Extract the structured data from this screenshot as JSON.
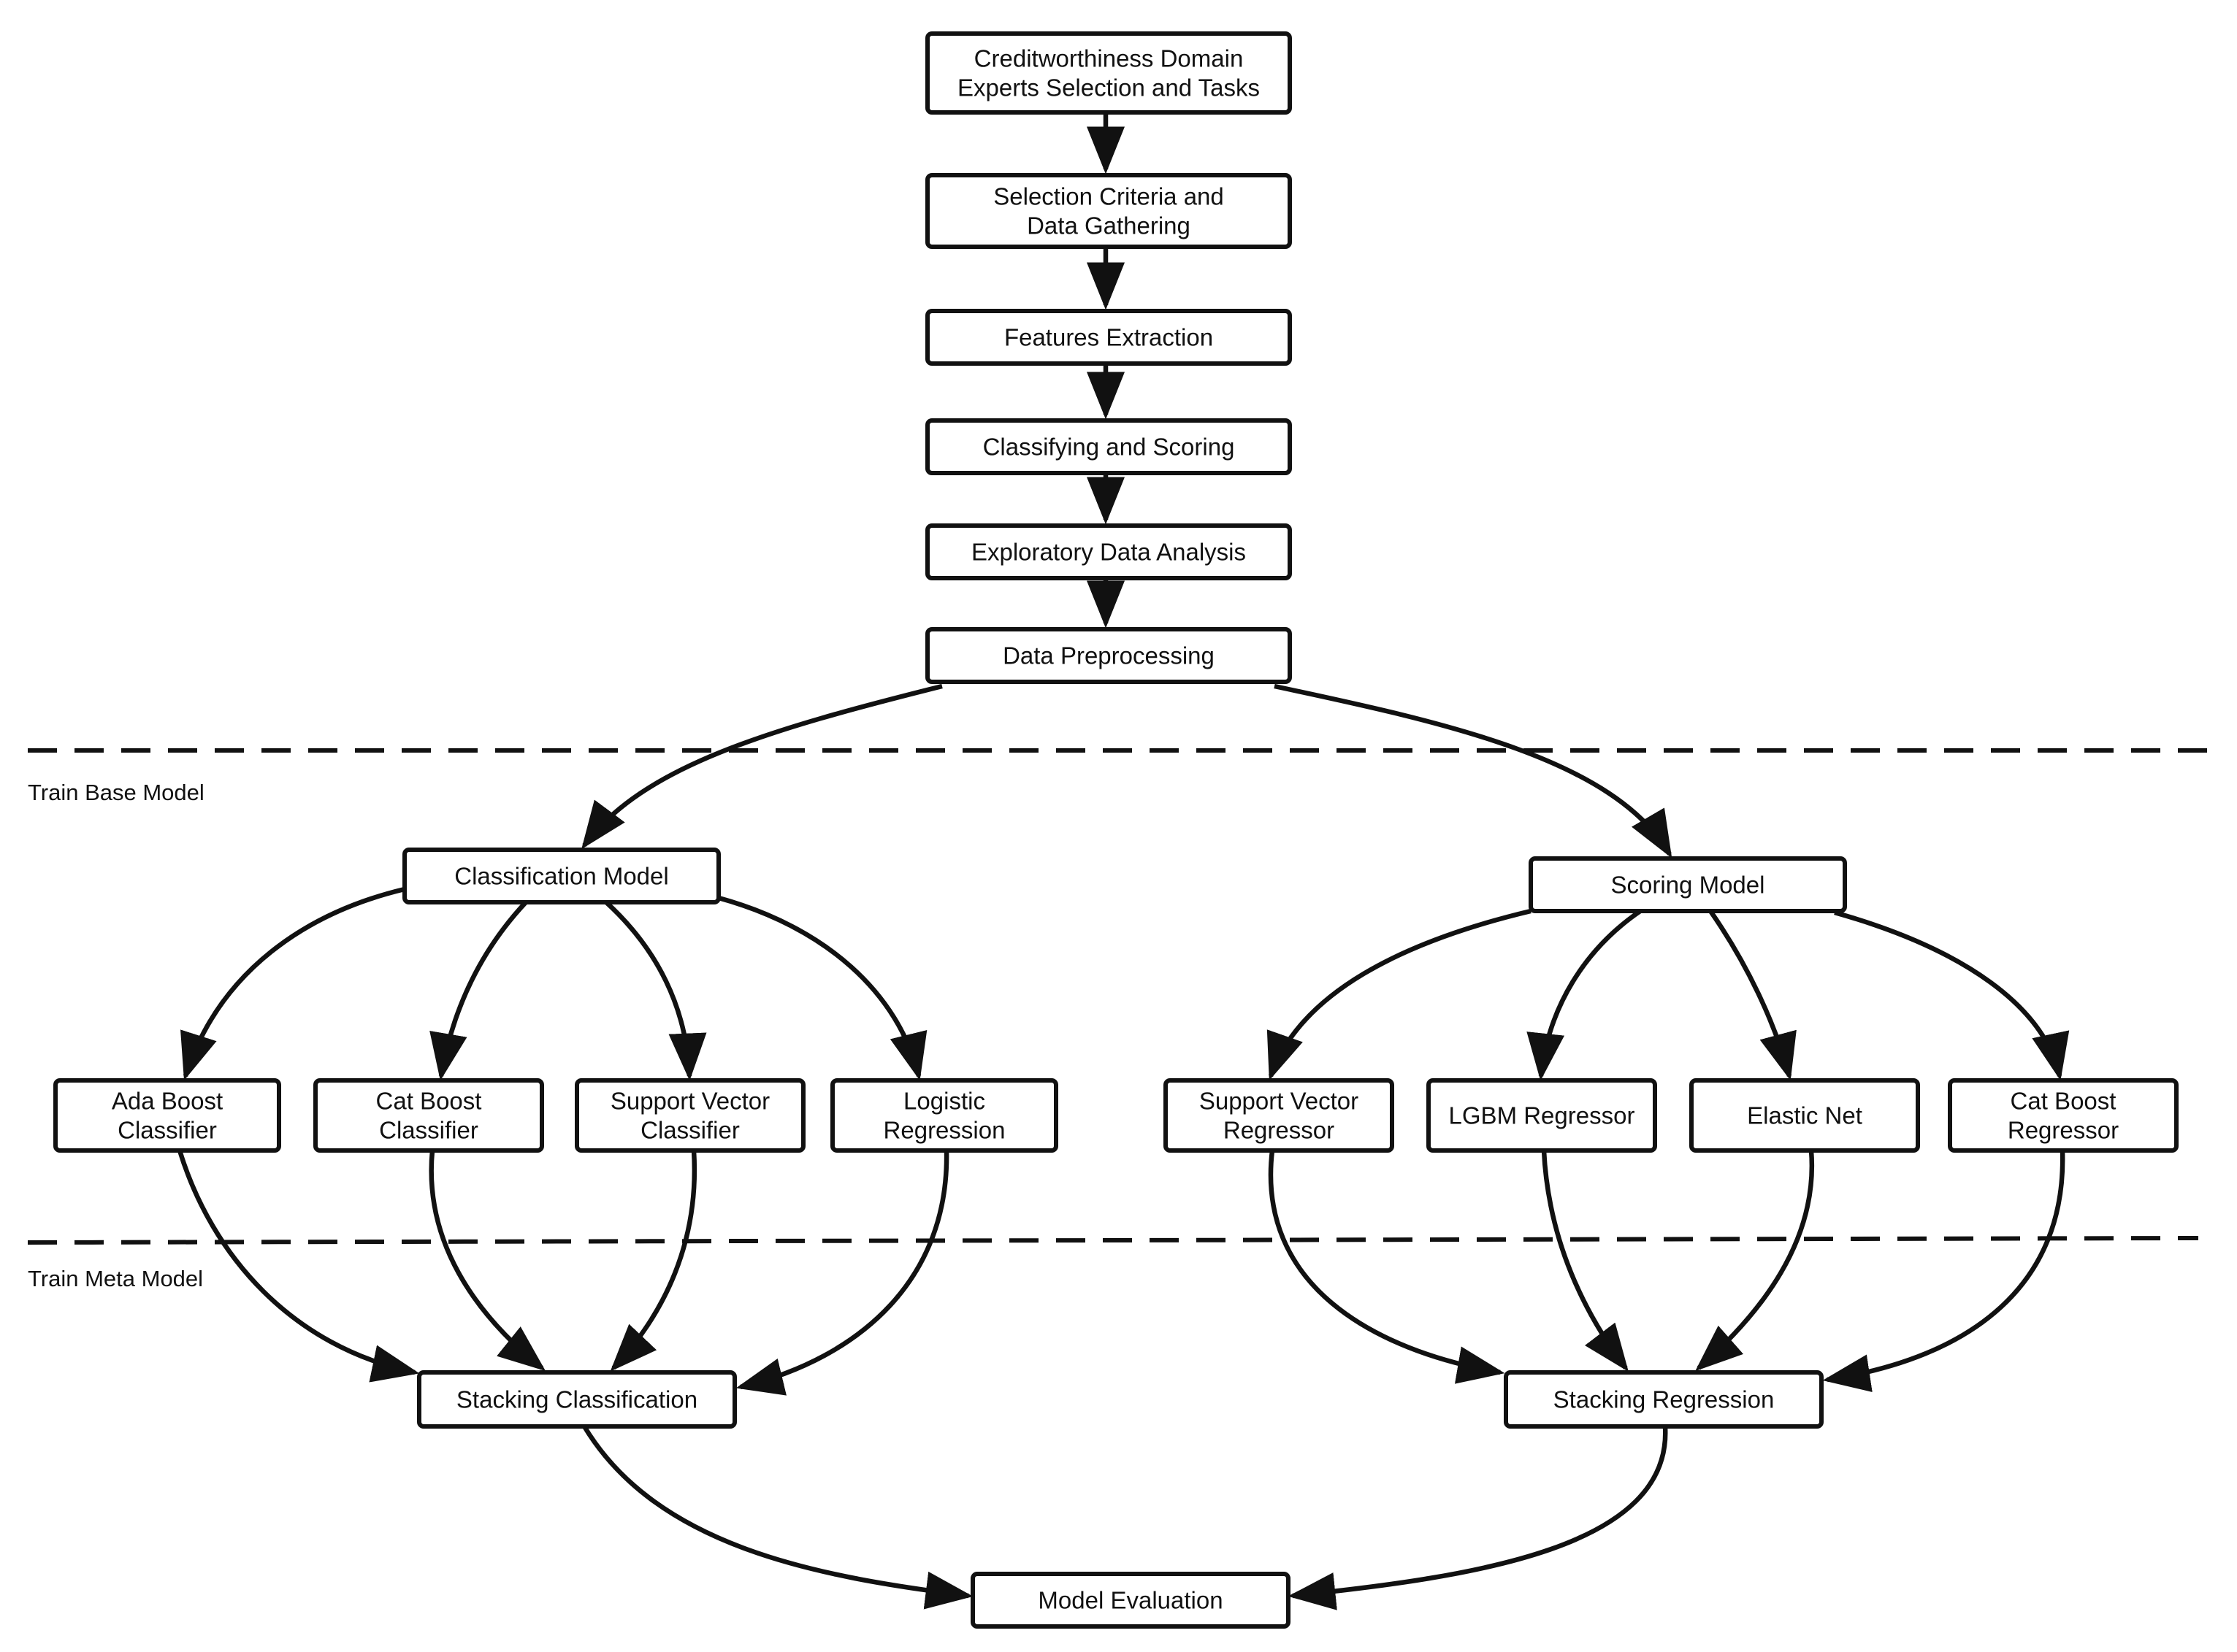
{
  "colors": {
    "stroke": "#111111",
    "background": "#ffffff"
  },
  "sections": {
    "train_base": "Train Base Model",
    "train_meta": "Train Meta Model"
  },
  "nodes": [
    {
      "id": "experts",
      "lines": [
        "Creditworthiness Domain",
        "Experts Selection and Tasks"
      ]
    },
    {
      "id": "criteria",
      "lines": [
        "Selection Criteria and",
        "Data Gathering"
      ]
    },
    {
      "id": "features",
      "lines": [
        "Features Extraction"
      ]
    },
    {
      "id": "classifying",
      "lines": [
        "Classifying and Scoring"
      ]
    },
    {
      "id": "eda",
      "lines": [
        "Exploratory Data Analysis"
      ]
    },
    {
      "id": "preprocessing",
      "lines": [
        "Data Preprocessing"
      ]
    },
    {
      "id": "classification-model",
      "lines": [
        "Classification Model"
      ]
    },
    {
      "id": "scoring-model",
      "lines": [
        "Scoring Model"
      ]
    },
    {
      "id": "ada-boost",
      "lines": [
        "Ada Boost",
        "Classifier"
      ]
    },
    {
      "id": "cat-boost-classifier",
      "lines": [
        "Cat Boost",
        "Classifier"
      ]
    },
    {
      "id": "svc",
      "lines": [
        "Support Vector",
        "Classifier"
      ]
    },
    {
      "id": "logistic",
      "lines": [
        "Logistic",
        "Regression"
      ]
    },
    {
      "id": "svr",
      "lines": [
        "Support Vector",
        "Regressor"
      ]
    },
    {
      "id": "lgbm",
      "lines": [
        "LGBM Regressor"
      ]
    },
    {
      "id": "elastic-net",
      "lines": [
        "Elastic Net"
      ]
    },
    {
      "id": "cat-boost-regressor",
      "lines": [
        "Cat Boost",
        "Regressor"
      ]
    },
    {
      "id": "stacking-classification",
      "lines": [
        "Stacking Classification"
      ]
    },
    {
      "id": "stacking-regression",
      "lines": [
        "Stacking Regression"
      ]
    },
    {
      "id": "model-evaluation",
      "lines": [
        "Model Evaluation"
      ]
    }
  ],
  "edges": [
    {
      "from": "experts",
      "to": "criteria"
    },
    {
      "from": "criteria",
      "to": "features"
    },
    {
      "from": "features",
      "to": "classifying"
    },
    {
      "from": "classifying",
      "to": "eda"
    },
    {
      "from": "eda",
      "to": "preprocessing"
    },
    {
      "from": "preprocessing",
      "to": "classification-model"
    },
    {
      "from": "preprocessing",
      "to": "scoring-model"
    },
    {
      "from": "classification-model",
      "to": "ada-boost"
    },
    {
      "from": "classification-model",
      "to": "cat-boost-classifier"
    },
    {
      "from": "classification-model",
      "to": "svc"
    },
    {
      "from": "classification-model",
      "to": "logistic"
    },
    {
      "from": "scoring-model",
      "to": "svr"
    },
    {
      "from": "scoring-model",
      "to": "lgbm"
    },
    {
      "from": "scoring-model",
      "to": "elastic-net"
    },
    {
      "from": "scoring-model",
      "to": "cat-boost-regressor"
    },
    {
      "from": "ada-boost",
      "to": "stacking-classification"
    },
    {
      "from": "cat-boost-classifier",
      "to": "stacking-classification"
    },
    {
      "from": "svc",
      "to": "stacking-classification"
    },
    {
      "from": "logistic",
      "to": "stacking-classification"
    },
    {
      "from": "svr",
      "to": "stacking-regression"
    },
    {
      "from": "lgbm",
      "to": "stacking-regression"
    },
    {
      "from": "elastic-net",
      "to": "stacking-regression"
    },
    {
      "from": "cat-boost-regressor",
      "to": "stacking-regression"
    },
    {
      "from": "stacking-classification",
      "to": "model-evaluation"
    },
    {
      "from": "stacking-regression",
      "to": "model-evaluation"
    }
  ]
}
